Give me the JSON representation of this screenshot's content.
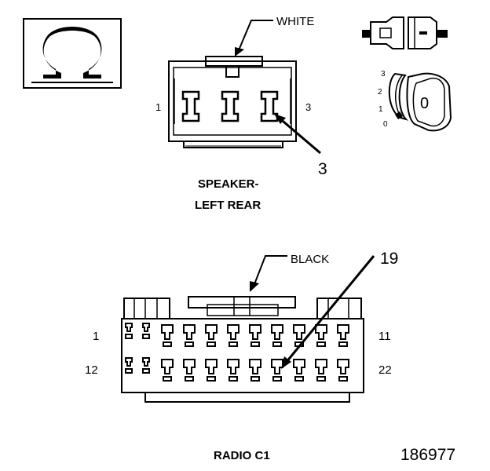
{
  "speaker_connector": {
    "wire_color": "WHITE",
    "pin_left": "1",
    "pin_right": "3",
    "callout": "3",
    "title_line1": "SPEAKER-",
    "title_line2": "LEFT REAR"
  },
  "radio_connector": {
    "wire_color": "BLACK",
    "callout": "19",
    "row1_start": "1",
    "row1_end": "11",
    "row2_start": "12",
    "row2_end": "22",
    "title": "RADIO C1"
  },
  "meter_test": {
    "scale_labels": [
      "3",
      "2",
      "1",
      "0"
    ],
    "knob_mark": "0"
  },
  "figure_number": "186977"
}
